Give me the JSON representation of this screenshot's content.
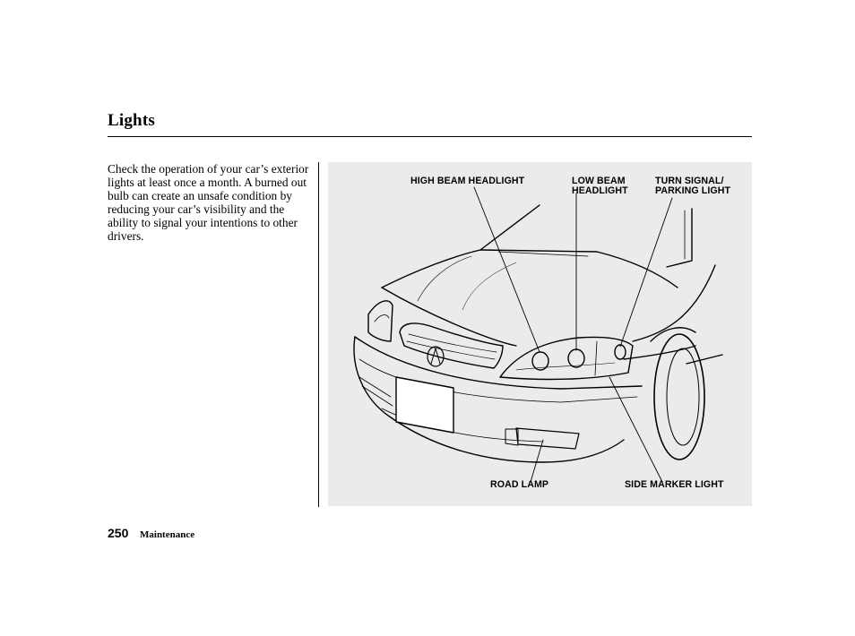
{
  "page": {
    "title": "Lights",
    "body_text": "Check the operation of your car’s exterior lights at least once a month. A burned out bulb can create an unsafe condition by reducing your car’s visibility and the ability to signal your intentions to other drivers.",
    "page_number": "250",
    "section": "Maintenance"
  },
  "figure": {
    "background": "#ebebeb",
    "labels": {
      "high_beam": "HIGH BEAM HEADLIGHT",
      "low_beam_1": "LOW BEAM",
      "low_beam_2": "HEADLIGHT",
      "turn_signal_1": "TURN SIGNAL/",
      "turn_signal_2": "PARKING LIGHT",
      "road_lamp": "ROAD LAMP",
      "side_marker": "SIDE MARKER LIGHT"
    }
  }
}
